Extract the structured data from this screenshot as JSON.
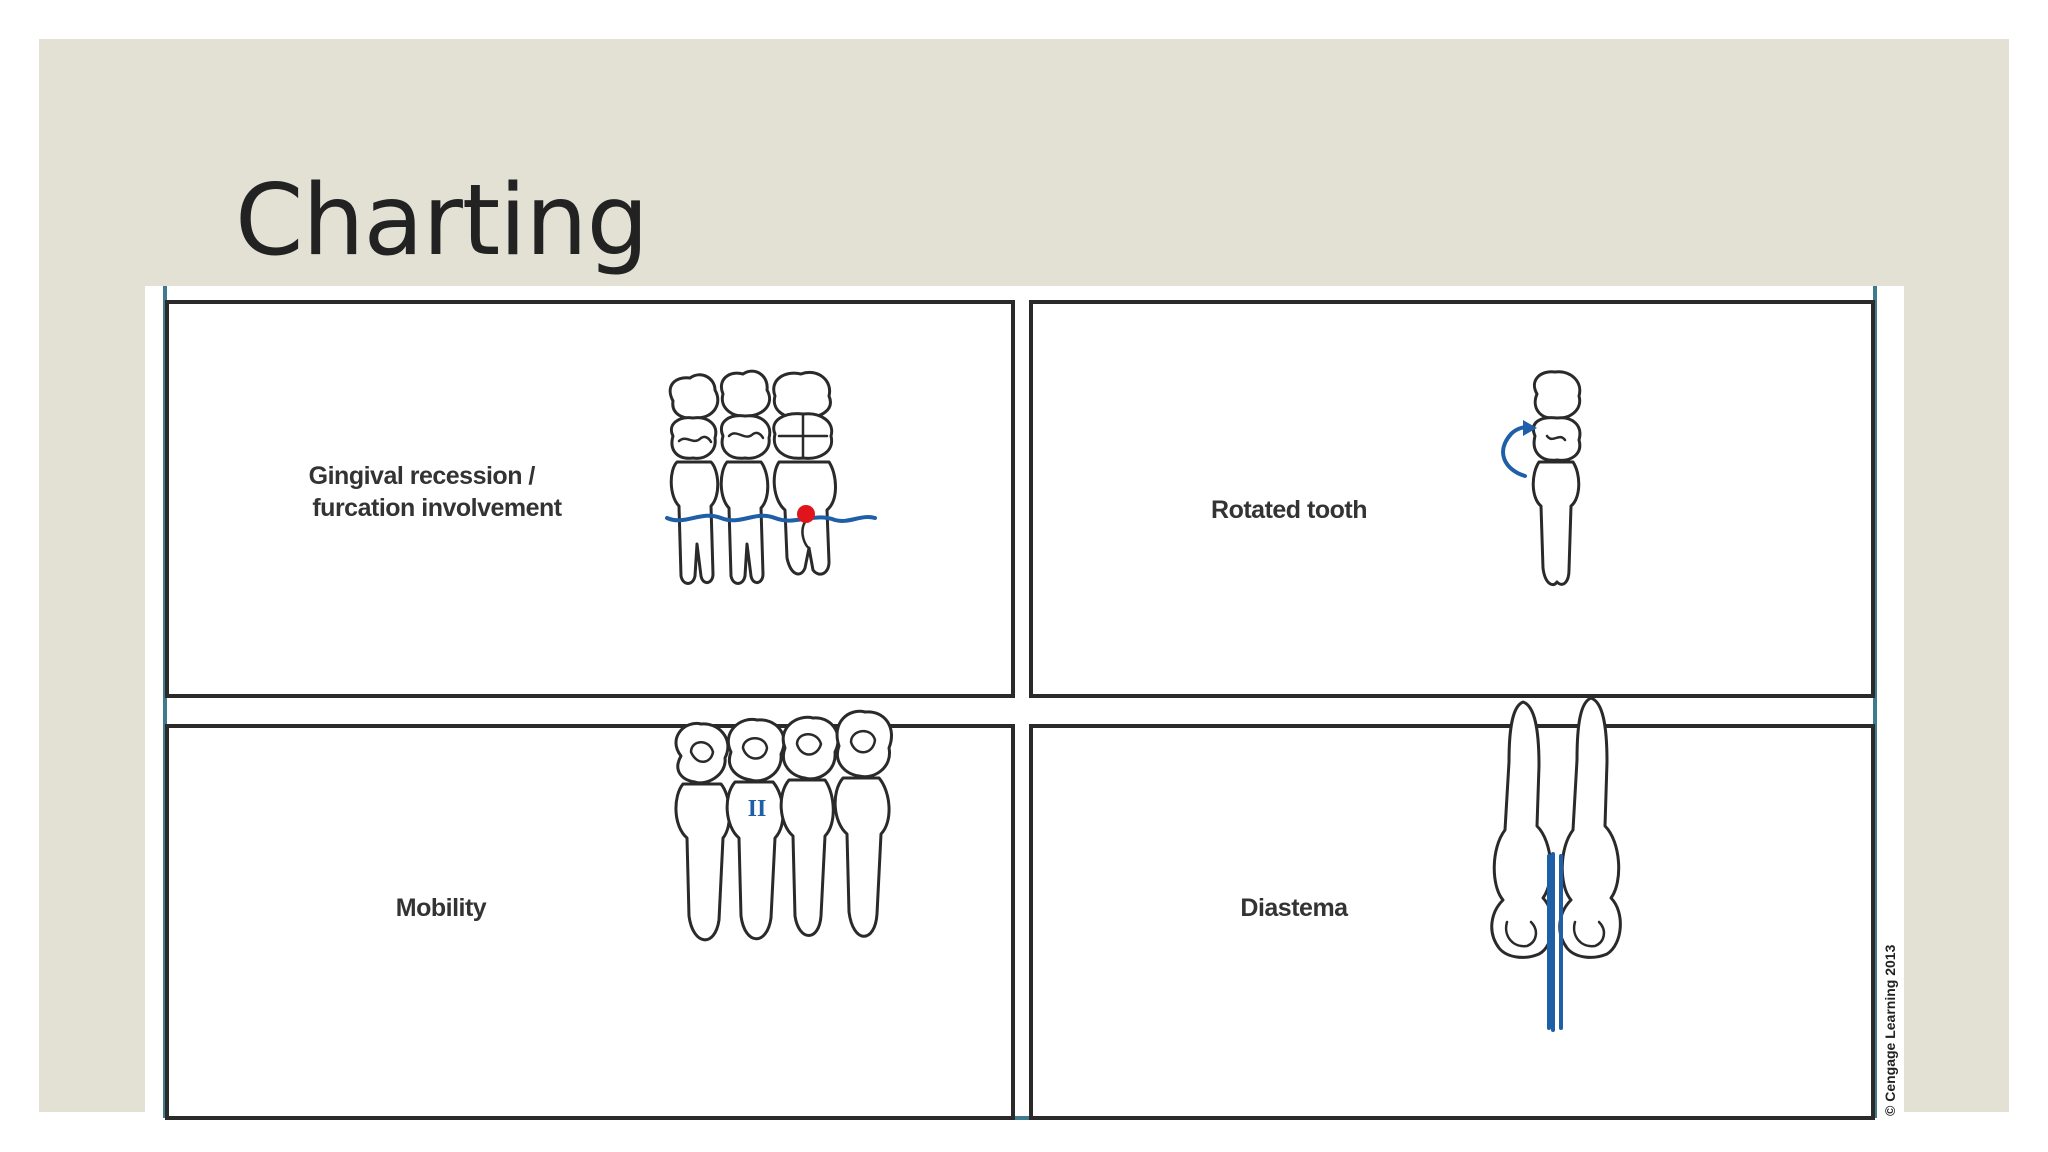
{
  "slide": {
    "title": "Charting"
  },
  "figure": {
    "panels": [
      {
        "label_lines": [
          "Gingival recession /",
          "furcation involvement"
        ]
      },
      {
        "label_lines": [
          "Rotated tooth"
        ]
      },
      {
        "label_lines": [
          "Mobility"
        ],
        "mobility_grade": "II"
      },
      {
        "label_lines": [
          "Diastema"
        ]
      }
    ],
    "copyright": "© Cengage Learning 2013",
    "colors": {
      "slide_background": "#e3e0d4",
      "annotation_blue": "#1f5fa8",
      "furcation_red": "#e0141b",
      "panel_border": "#2a2a2a",
      "frame_border": "#3f7b8c"
    }
  }
}
